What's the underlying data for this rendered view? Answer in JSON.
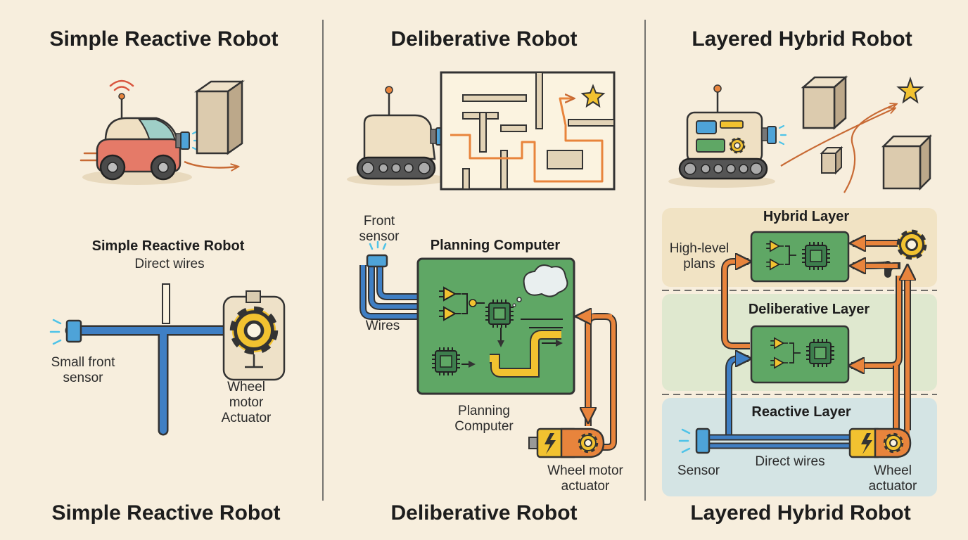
{
  "panels": [
    {
      "title_top": "Simple Reactive Robot",
      "title_bottom": "Simple Reactive Robot",
      "subtitle": "Simple Reactive Robot",
      "subtitle_note": "Direct wires",
      "labels": {
        "sensor": [
          "Small front",
          "sensor"
        ],
        "actuator": [
          "Wheel",
          "motor",
          "Actuator"
        ]
      }
    },
    {
      "title_top": "Deliberative Robot",
      "title_bottom": "Deliberative Robot",
      "labels": {
        "sensor": [
          "Front",
          "sensor"
        ],
        "board_title": "Planning Computer",
        "wires": "Wires",
        "computer": [
          "Planning",
          "Computer"
        ],
        "actuator": [
          "Wheel motor",
          "actuator"
        ]
      }
    },
    {
      "title_top": "Layered Hybrid Robot",
      "title_bottom": "Layered Hybrid Robot",
      "layers": [
        "Hybrid Layer",
        "Deliberative Layer",
        "Reactive Layer"
      ],
      "labels": {
        "plans": [
          "High-level",
          "plans"
        ],
        "sensor": "Sensor",
        "wires": "Direct wires",
        "actuator": [
          "Wheel",
          "actuator"
        ]
      }
    }
  ],
  "colors": {
    "background": "#f7eedd",
    "wire_blue": "#3f7fc4",
    "wire_orange": "#e8843c",
    "board_green": "#5fa765",
    "gear_yellow": "#f2c230",
    "box_tan": "#dccbae",
    "hybrid_band": "#f1e3c4",
    "deliberative_band": "#dfe8cf",
    "reactive_band": "#d4e4e4"
  },
  "icons": [
    "robot-car-icon",
    "tracked-robot-icon",
    "maze-icon",
    "star-icon",
    "gear-icon",
    "chip-icon",
    "cloud-icon",
    "motor-icon",
    "lightning-icon",
    "sensor-icon"
  ]
}
